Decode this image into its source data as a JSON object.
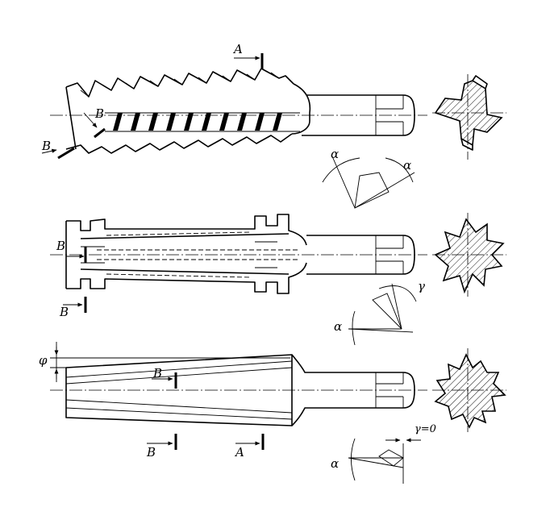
{
  "labels": {
    "section_a": "A",
    "section_b": "B",
    "alpha": "α",
    "gamma": "γ",
    "phi": "φ",
    "gamma_zero": "γ=0"
  }
}
